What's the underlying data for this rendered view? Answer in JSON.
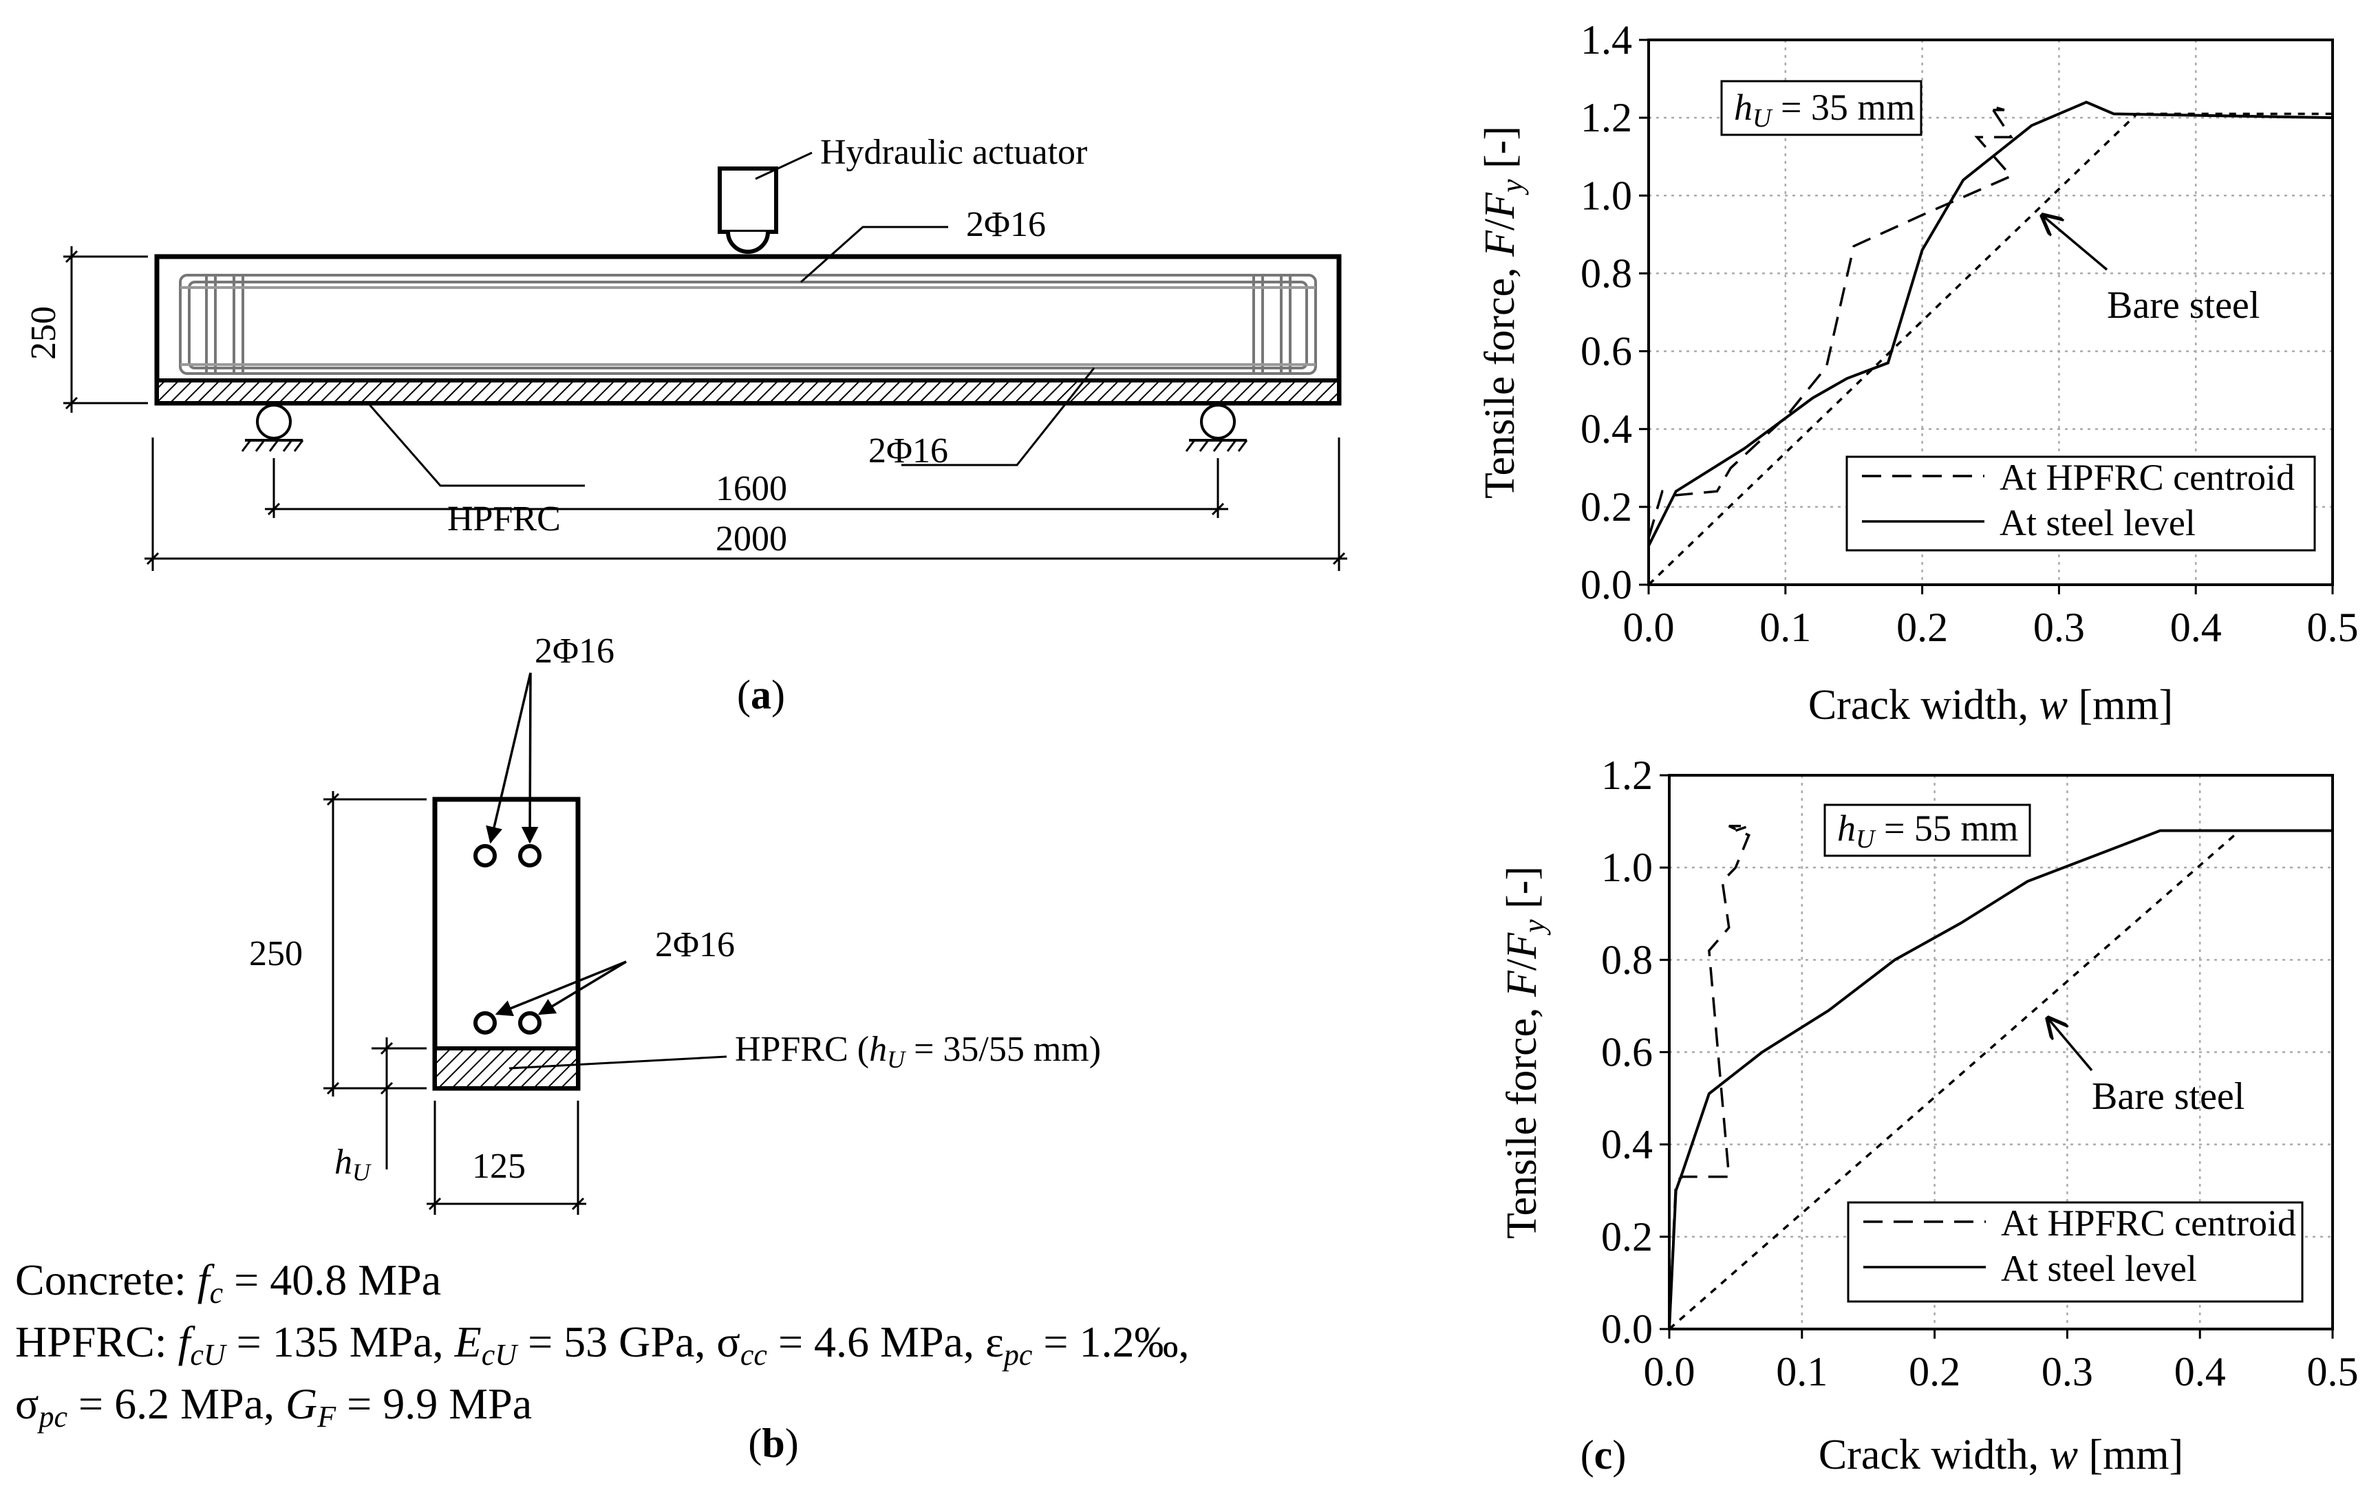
{
  "panel_labels": {
    "a": "a",
    "b": "b",
    "c": "c"
  },
  "beam": {
    "actuator_label": "Hydraulic actuator",
    "top_bars_label": "2Φ16",
    "bottom_bars_label": "2Φ16",
    "height_label": "250",
    "span_label": "1600",
    "length_label": "2000",
    "layer_label": "HPFRC"
  },
  "section": {
    "top_bars_label": "2Φ16",
    "bottom_bars_label": "2Φ16",
    "height_label": "250",
    "width_label": "125",
    "layer_label": "HPFRC (",
    "layer_sym": "h",
    "layer_sub": "U",
    "layer_val": " = 35/55 mm)",
    "hu_sym": "h",
    "hu_sub": "U"
  },
  "materials": {
    "line1": "Concrete: f_c = 40.8 MPa",
    "line2": "HPFRC: f_cU = 135 MPa, E_cU = 53 GPa, σ_cc = 4.6 MPa, ε_pc = 1.2‰,",
    "line3": "σ_pc = 6.2 MPa, G_F = 9.9 MPa"
  },
  "chart_data": [
    {
      "type": "line",
      "annotation": "h_U = 35 mm",
      "annotation_sym": "h",
      "annotation_sub": "U",
      "annotation_val": " = 35 mm",
      "xlabel": "Crack width, w [mm]",
      "xlabel_text": "Crack width, ",
      "xlabel_sym": "w",
      "xlabel_unit": " [mm]",
      "ylabel": "Tensile force, F/F_y [-]",
      "ylabel_text": "Tensile force, ",
      "ylabel_sym1": "F",
      "ylabel_slash": "/",
      "ylabel_sym2": "F",
      "ylabel_sub": "y",
      "ylabel_unit": " [-]",
      "xlim": [
        0,
        0.5
      ],
      "ylim": [
        0,
        1.4
      ],
      "x_ticks": [
        "0.0",
        "0.1",
        "0.2",
        "0.3",
        "0.4",
        "0.5"
      ],
      "y_ticks": [
        "0.0",
        "0.2",
        "0.4",
        "0.6",
        "0.8",
        "1.0",
        "1.2",
        "1.4"
      ],
      "grid": true,
      "legend_position": "bottom-right",
      "bare_steel_label": "Bare steel",
      "series": [
        {
          "name": "At HPFRC centroid",
          "style": "dashed",
          "x": [
            0,
            0.01,
            0.02,
            0.05,
            0.06,
            0.1,
            0.13,
            0.15,
            0.2,
            0.265,
            0.24,
            0.265,
            0.25,
            0.26,
            0.245
          ],
          "y": [
            0.12,
            0.24,
            0.23,
            0.24,
            0.3,
            0.43,
            0.56,
            0.87,
            0.95,
            1.05,
            1.15,
            1.15,
            1.23,
            1.22,
            1.22
          ]
        },
        {
          "name": "At steel level",
          "style": "solid",
          "x": [
            0,
            0.02,
            0.07,
            0.12,
            0.145,
            0.175,
            0.2,
            0.23,
            0.28,
            0.32,
            0.34,
            0.5
          ],
          "y": [
            0.1,
            0.24,
            0.35,
            0.48,
            0.53,
            0.57,
            0.86,
            1.04,
            1.18,
            1.24,
            1.21,
            1.2
          ]
        },
        {
          "name": "Bare steel",
          "style": "short-dashed",
          "x": [
            0,
            0.357,
            0.5
          ],
          "y": [
            0,
            1.21,
            1.21
          ]
        }
      ]
    },
    {
      "type": "line",
      "annotation": "h_U = 55 mm",
      "annotation_sym": "h",
      "annotation_sub": "U",
      "annotation_val": " = 55 mm",
      "xlabel": "Crack width, w [mm]",
      "xlabel_text": "Crack width, ",
      "xlabel_sym": "w",
      "xlabel_unit": " [mm]",
      "ylabel": "Tensile force, F/F_y [-]",
      "ylabel_text": "Tensile force, ",
      "ylabel_sym1": "F",
      "ylabel_slash": "/",
      "ylabel_sym2": "F",
      "ylabel_sub": "y",
      "ylabel_unit": " [-]",
      "xlim": [
        0,
        0.5
      ],
      "ylim": [
        0,
        1.2
      ],
      "x_ticks": [
        "0.0",
        "0.1",
        "0.2",
        "0.3",
        "0.4",
        "0.5"
      ],
      "y_ticks": [
        "0.0",
        "0.2",
        "0.4",
        "0.6",
        "0.8",
        "1.0",
        "1.2"
      ],
      "grid": true,
      "legend_position": "bottom-right",
      "bare_steel_label": "Bare steel",
      "series": [
        {
          "name": "At HPFRC centroid",
          "style": "dashed",
          "x": [
            0,
            0.005,
            0.01,
            0.035,
            0.045,
            0.03,
            0.045,
            0.04,
            0.05,
            0.06,
            0.045,
            0.06,
            0.05
          ],
          "y": [
            0,
            0.32,
            0.33,
            0.33,
            0.33,
            0.82,
            0.87,
            0.97,
            1.0,
            1.07,
            1.09,
            1.09,
            1.08
          ]
        },
        {
          "name": "At steel level",
          "style": "solid",
          "x": [
            0,
            0.005,
            0.01,
            0.03,
            0.07,
            0.12,
            0.17,
            0.22,
            0.27,
            0.37,
            0.5
          ],
          "y": [
            0,
            0.3,
            0.34,
            0.51,
            0.6,
            0.69,
            0.8,
            0.88,
            0.97,
            1.08,
            1.08
          ]
        },
        {
          "name": "Bare steel",
          "style": "short-dashed",
          "x": [
            0,
            0.43
          ],
          "y": [
            0,
            1.08
          ]
        }
      ]
    }
  ]
}
